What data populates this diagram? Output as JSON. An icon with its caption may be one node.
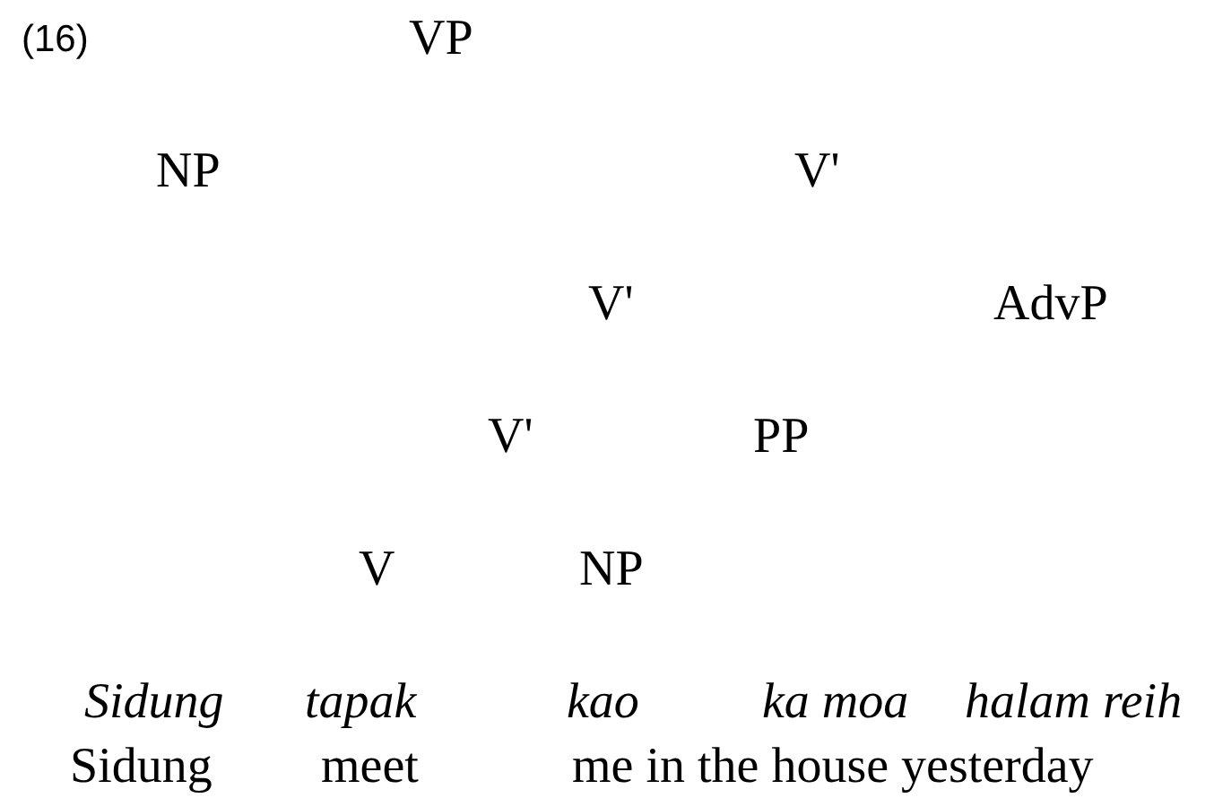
{
  "diagram": {
    "labels": [
      "(16)",
      "VP",
      "NP",
      "V'",
      "V'",
      "AdvP",
      "V'",
      "PP",
      "V",
      "NP",
      "Sidung",
      "tapak",
      "kao",
      "ka moa",
      "halam reih",
      "Sidung",
      "meet",
      "me in the house yesterday"
    ]
  }
}
